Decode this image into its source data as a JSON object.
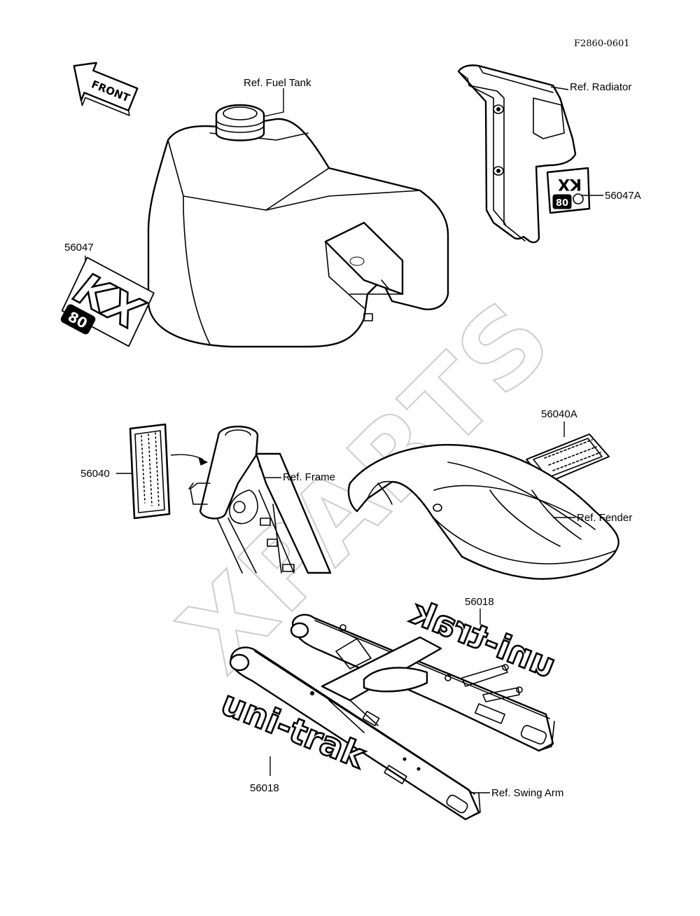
{
  "diagram_code": "F2860-0601",
  "watermark": "XPARTS",
  "labels": {
    "front_arrow": "FRONT",
    "fuel_tank": "Ref. Fuel Tank",
    "radiator": "Ref. Radiator",
    "part_56047A": "56047A",
    "part_56047": "56047",
    "part_56040": "56040",
    "frame": "Ref. Frame",
    "part_56040A": "56040A",
    "fender": "Ref. Fender",
    "part_56018_top": "56018",
    "part_56018_bottom": "56018",
    "swing_arm": "Ref. Swing Arm"
  },
  "decals": {
    "kx_large": "KX",
    "kx_large_sub": "80",
    "kx_small": "KX",
    "kx_small_sub": "80",
    "unitrak_mirrored": "uni-trak",
    "unitrak": "uni-trak"
  },
  "colors": {
    "line": "#000000",
    "watermark": "#cfcfcf",
    "background": "#ffffff"
  }
}
